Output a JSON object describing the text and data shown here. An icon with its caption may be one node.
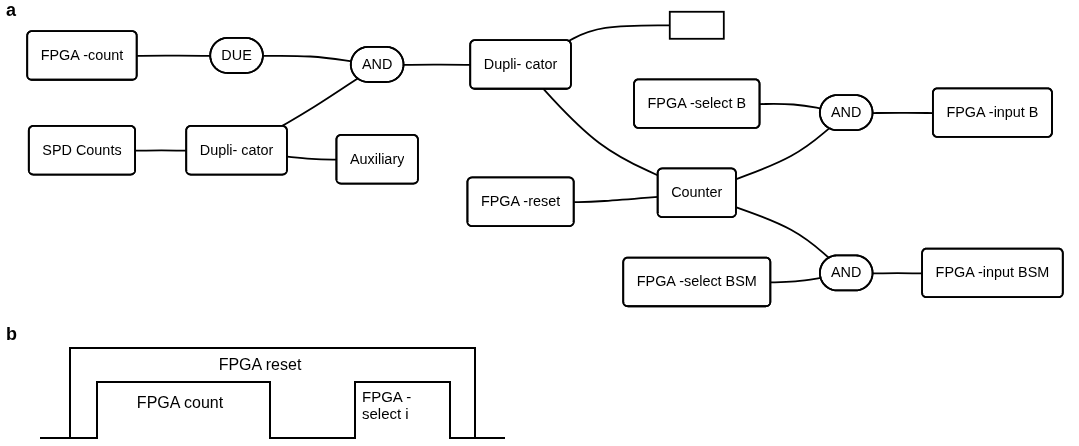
{
  "diagram": {
    "nodes": [
      {
        "text": [
          "FPGA -count"
        ]
      },
      {
        "text": [
          "DUE"
        ]
      },
      {
        "text": [
          "AND"
        ]
      },
      {
        "text": [
          "Dupli- cator"
        ]
      },
      {
        "text": [],
        "shape": "box"
      },
      {
        "text": [
          "SPD Counts"
        ]
      },
      {
        "text": [
          "Dupli- cator"
        ]
      },
      {
        "text": [
          "Auxiliary"
        ]
      },
      {
        "text": [
          "Counter"
        ]
      },
      {
        "text": [
          "FPGA -reset"
        ]
      },
      {
        "text": [
          "FPGA -select B"
        ]
      },
      {
        "text": [
          "AND"
        ]
      },
      {
        "text": [
          "FPGA -input B"
        ]
      },
      {
        "text": [
          "FPGA -select BSM"
        ]
      },
      {
        "text": [
          "AND"
        ]
      },
      {
        "text": [
          "FPGA -input BSM"
        ]
      }
    ],
    "edges": [
      {
        "from": 0,
        "to": 1,
        "arrow": "none"
      },
      {
        "from": 1,
        "to": 2,
        "arrow": "none"
      },
      {
        "from": 6,
        "to": 2,
        "arrow": "none"
      },
      {
        "from": 5,
        "to": 6,
        "arrow": "none"
      },
      {
        "from": 6,
        "to": 7,
        "arrow": "none"
      },
      {
        "from": 2,
        "to": 3,
        "arrow": "none"
      },
      {
        "from": 3,
        "to": 4,
        "arrow": "none"
      },
      {
        "from": 3,
        "to": 8,
        "arrow": "none"
      },
      {
        "from": 9,
        "to": 8,
        "arrow": "none"
      },
      {
        "from": 8,
        "to": 11,
        "arrow": "none"
      },
      {
        "from": 8,
        "to": 14,
        "arrow": "none"
      },
      {
        "from": 10,
        "to": 11,
        "arrow": "none"
      },
      {
        "from": 11,
        "to": 12,
        "arrow": "none"
      },
      {
        "from": 13,
        "to": 14,
        "arrow": "none"
      },
      {
        "from": 14,
        "to": 15,
        "arrow": "none"
      }
    ],
    "labels": [
      "a",
      "b",
      "FPGA reset",
      "FPGA count",
      "FPGA -select i"
    ]
  }
}
